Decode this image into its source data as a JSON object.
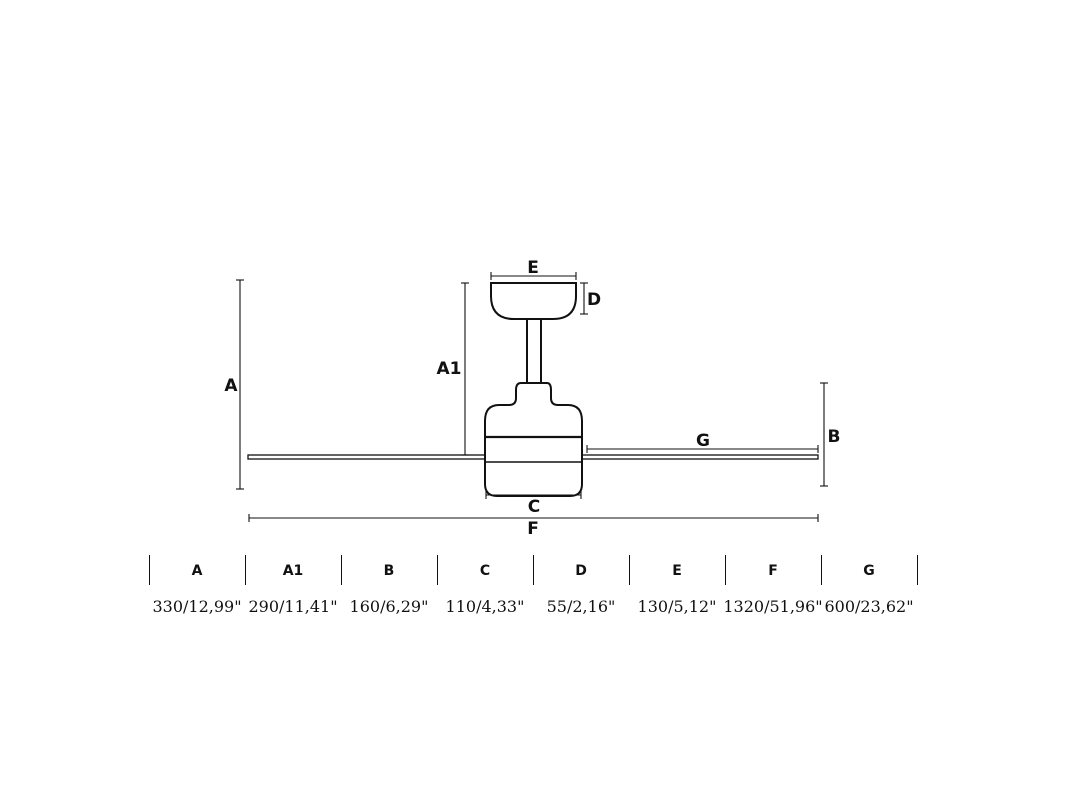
{
  "diagram": {
    "labels": {
      "A": "A",
      "A1": "A1",
      "B": "B",
      "C": "C",
      "D": "D",
      "E": "E",
      "F": "F",
      "G": "G"
    }
  },
  "table": {
    "columns": [
      {
        "header": "A",
        "value": "330/12,99\""
      },
      {
        "header": "A1",
        "value": "290/11,41\""
      },
      {
        "header": "B",
        "value": "160/6,29\""
      },
      {
        "header": "C",
        "value": "110/4,33\""
      },
      {
        "header": "D",
        "value": "55/2,16\""
      },
      {
        "header": "E",
        "value": "130/5,12\""
      },
      {
        "header": "F",
        "value": "1320/51,96\""
      },
      {
        "header": "G",
        "value": "600/23,62\""
      }
    ]
  }
}
